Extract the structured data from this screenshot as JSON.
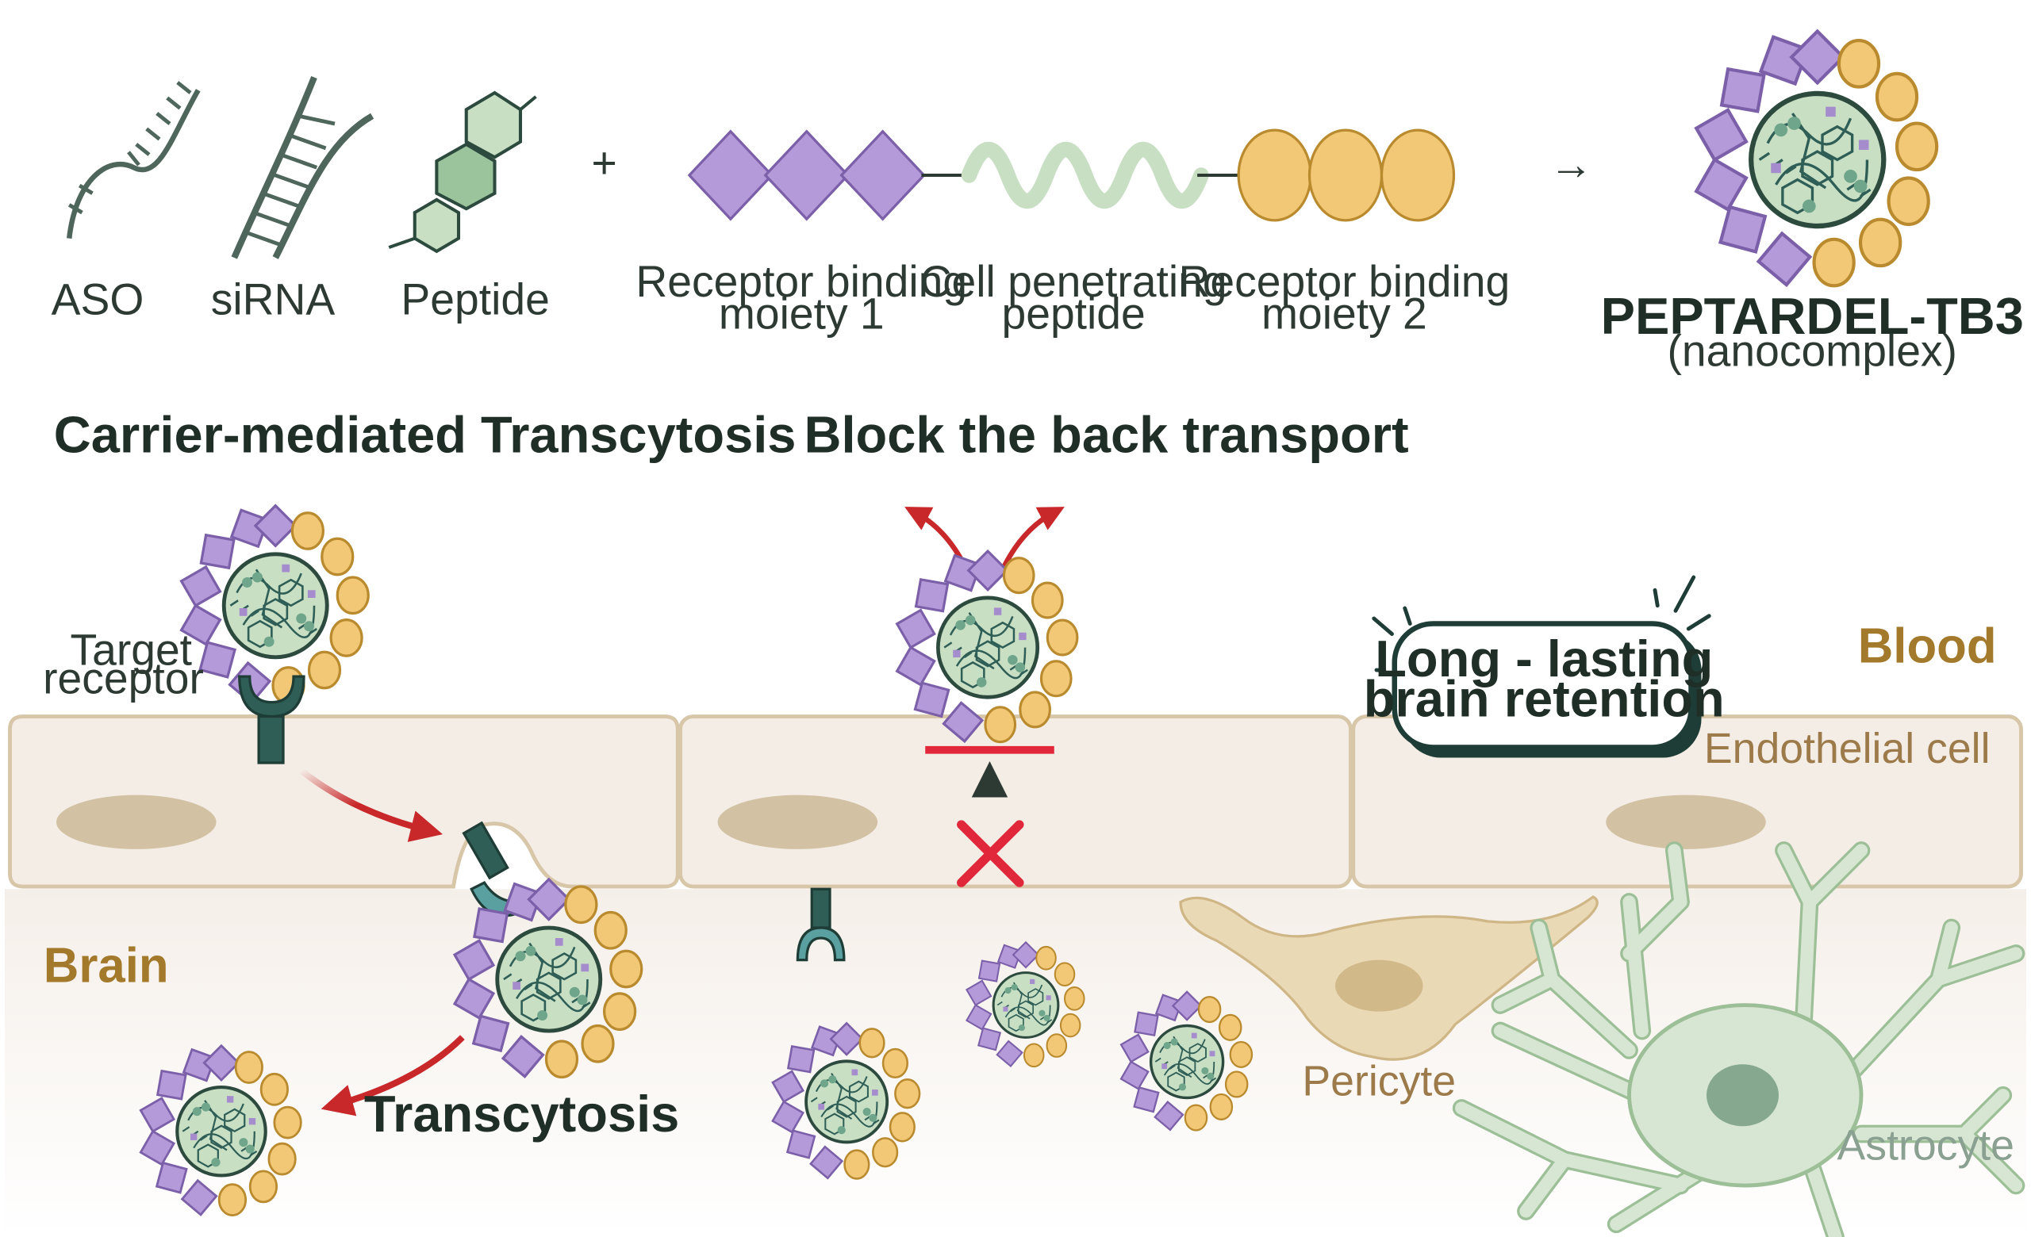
{
  "cargo": {
    "aso": "ASO",
    "sirna": "siRNA",
    "peptide": "Peptide",
    "plus": "+",
    "arrow": "→"
  },
  "construct": {
    "rbm1_line1": "Receptor binding",
    "rbm1_line2": "moiety 1",
    "cpp_line1": "Cell penetrating",
    "cpp_line2": "peptide",
    "rbm2_line1": "Receptor binding",
    "rbm2_line2": "moiety 2"
  },
  "product": {
    "name": "PEPTARDEL-TB3",
    "subtitle": "(nanocomplex)"
  },
  "panels": {
    "left_title": "Carrier-mediated Transcytosis",
    "middle_title": "Block the back transport",
    "target_receptor_line1": "Target",
    "target_receptor_line2": "receptor",
    "transcytosis": "Transcytosis",
    "retention_line1": "Long - lasting",
    "retention_line2": "brain retention"
  },
  "regions": {
    "blood": "Blood",
    "brain": "Brain",
    "endothelial": "Endothelial cell",
    "pericyte": "Pericyte",
    "astrocyte": "Astrocyte"
  },
  "colors": {
    "purple": "#b49ad8",
    "gold": "#f2c877",
    "green": "#c8dfc4",
    "dark_teal": "#2f5e56",
    "red": "#c8282a",
    "cell_fill": "#f4ede6",
    "cell_border": "#d8c6a8"
  }
}
